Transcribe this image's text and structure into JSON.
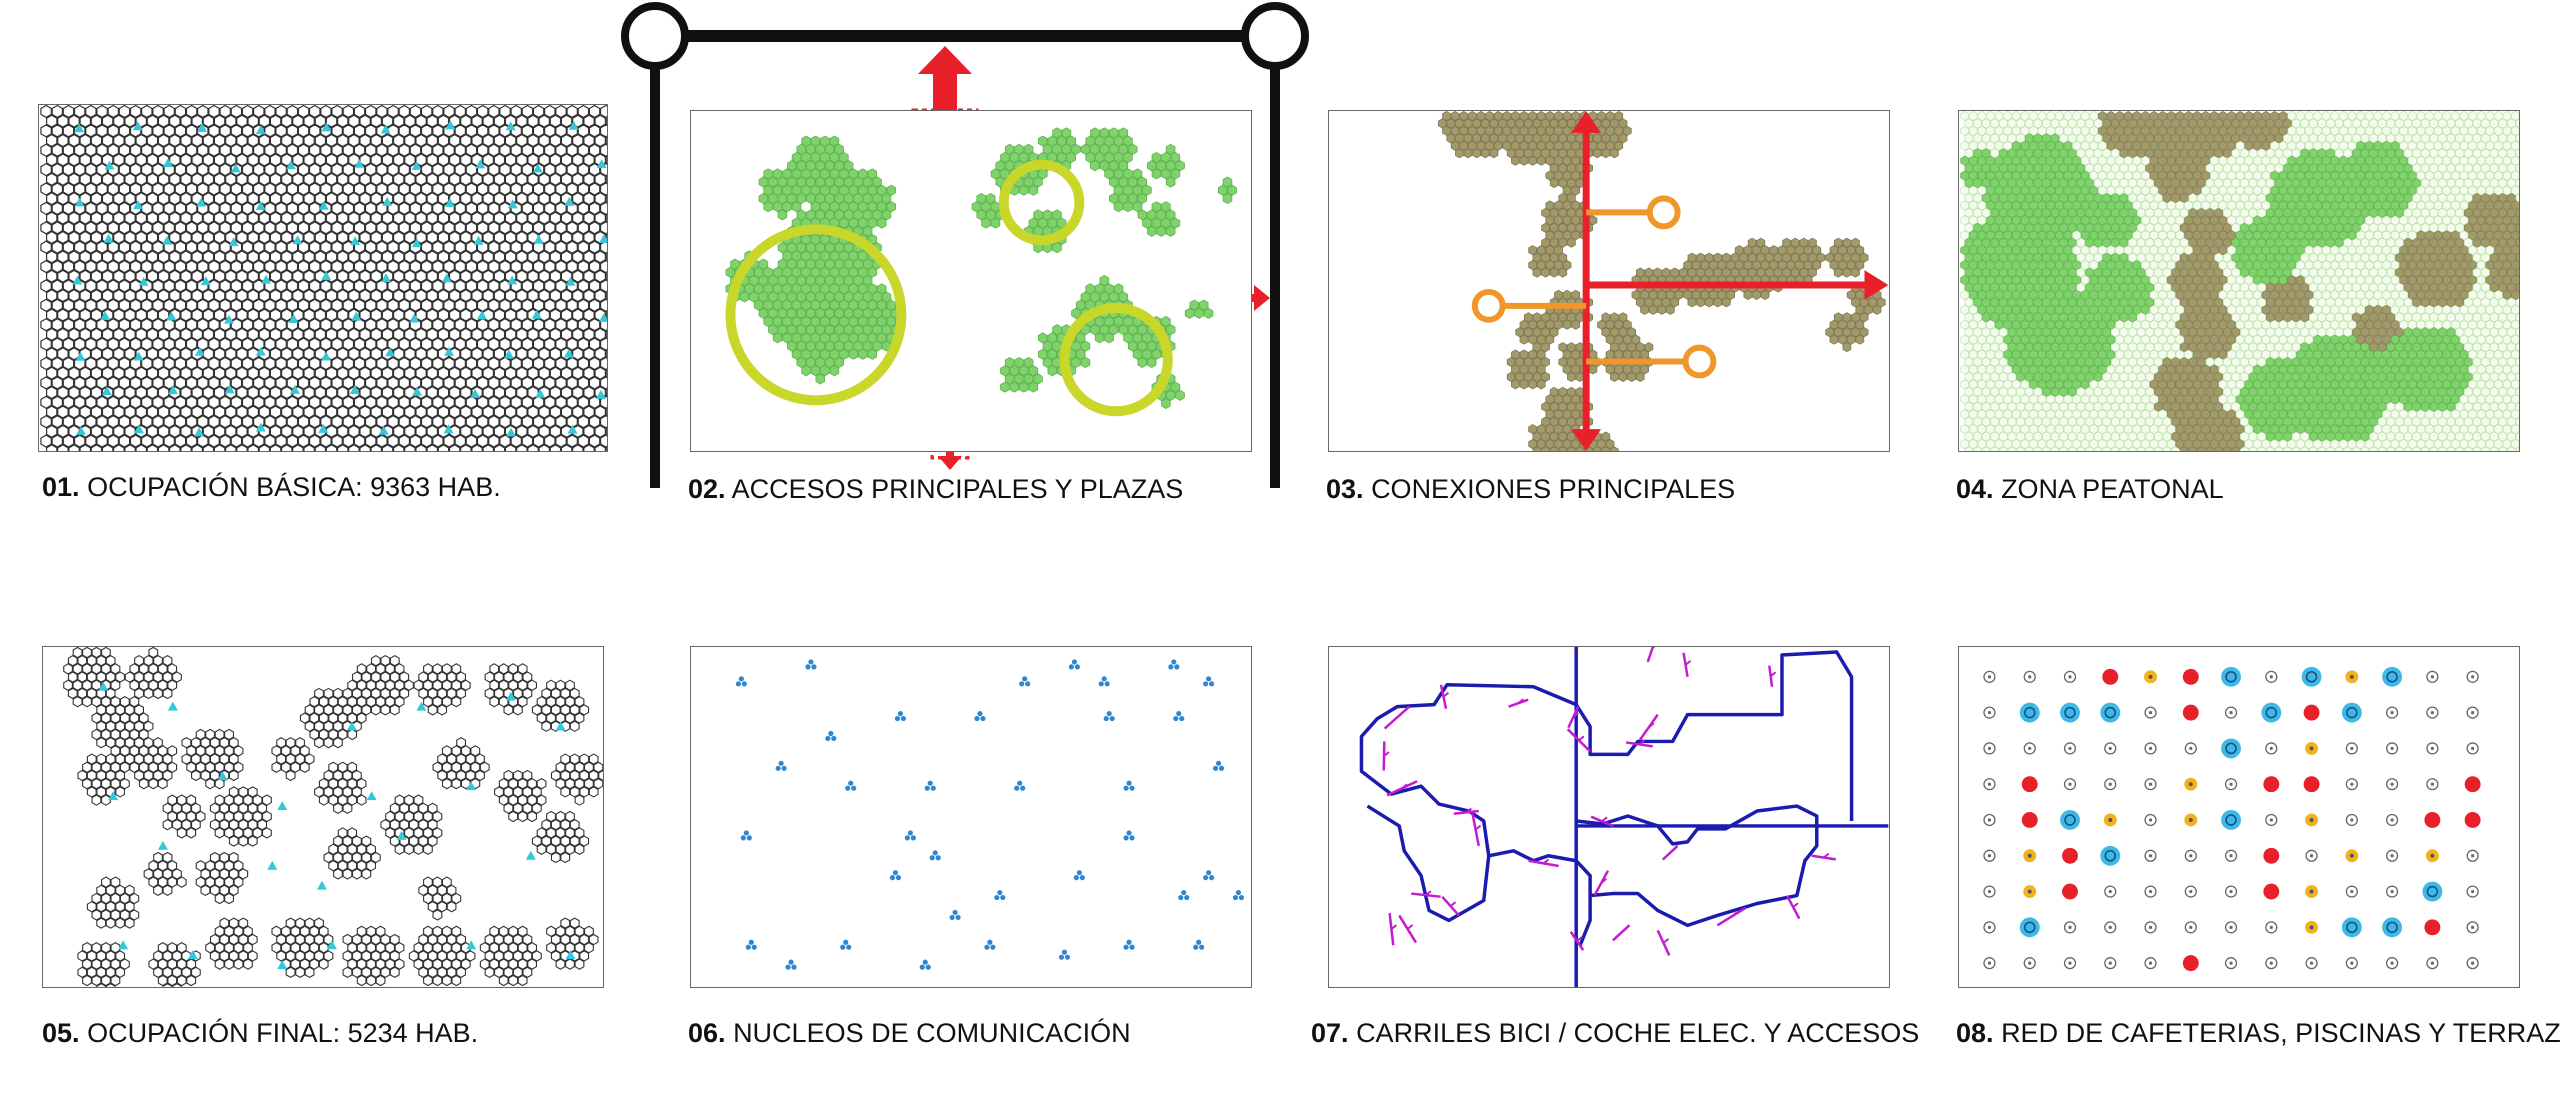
{
  "panels": [
    {
      "num": "01.",
      "title": "OCUPACIÓN BÁSICA: 9363 HAB."
    },
    {
      "num": "02.",
      "title": "ACCESOS PRINCIPALES Y PLAZAS"
    },
    {
      "num": "03.",
      "title": "CONEXIONES PRINCIPALES"
    },
    {
      "num": "04.",
      "title": "ZONA PEATONAL"
    },
    {
      "num": "05.",
      "title": "OCUPACIÓN FINAL: 5234 HAB."
    },
    {
      "num": "06.",
      "title": "NUCLEOS DE COMUNICACIÓN"
    },
    {
      "num": "07.",
      "title": "CARRILES BICI / COCHE ELEC. Y ACCESOS"
    },
    {
      "num": "08.",
      "title": "RED DE CAFETERIAS, PISCINAS Y TERRAZAS"
    }
  ],
  "colors": {
    "hex_dark": "#333333",
    "core_cyan": "#35c8d8",
    "green": "#7fd36b",
    "yellow": "#c9d62a",
    "red": "#e8202a",
    "orange": "#f0962a",
    "khaki": "#a39a6a",
    "blue": "#1b1bb0",
    "magenta": "#c41bd0",
    "core_blue": "#2f86d0",
    "cafe_orange": "#f2b21d",
    "pool_cyan": "#3cb9e6"
  }
}
